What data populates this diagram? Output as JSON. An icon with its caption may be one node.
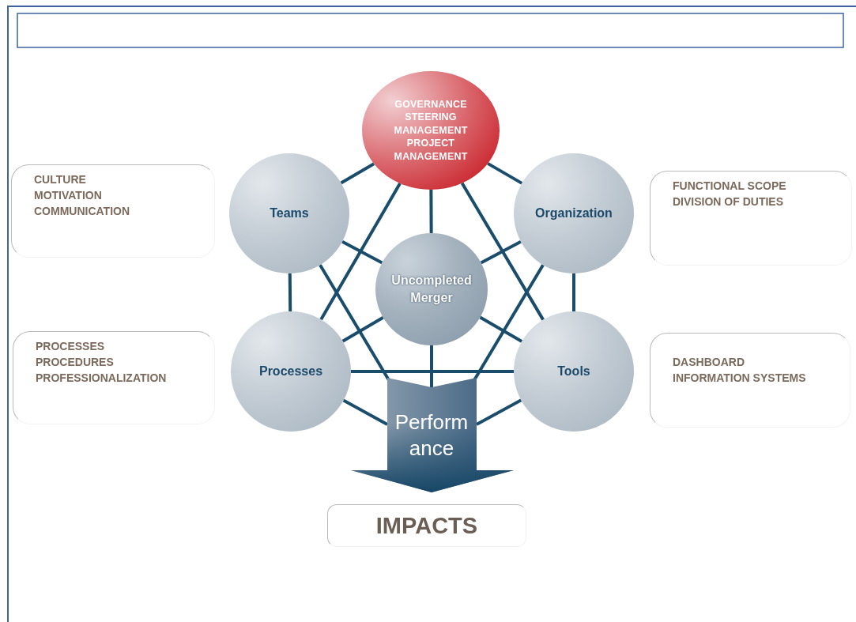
{
  "diagram": {
    "nodes": [
      {
        "text": [
          "GOVERNANCE",
          "STEERING MANAGEMENT",
          "PROJECT MANAGEMENT"
        ]
      },
      {
        "text": [
          "CULTURE",
          "MOTIVATION",
          "COMMUNICATION"
        ]
      },
      {
        "text": [
          "Teams"
        ]
      },
      {
        "text": [
          "Organization"
        ]
      },
      {
        "text": [
          "FUNCTIONAL SCOPE",
          "DIVISION OF DUTIES"
        ]
      },
      {
        "text": [
          "Uncompleted Merger"
        ]
      },
      {
        "text": [
          "PROCESSES",
          "PROCEDURES",
          "PROFESSIONALIZATION"
        ]
      },
      {
        "text": [
          "Processes"
        ]
      },
      {
        "text": [
          "Tools"
        ]
      },
      {
        "text": [
          "DASHBOARD",
          "INFORMATION SYSTEMS"
        ]
      },
      {
        "text": [
          "Perform ance"
        ]
      },
      {
        "text": [
          "IMPACTS"
        ]
      }
    ],
    "edges": [
      {
        "from": 0,
        "to": 2,
        "arrow": "none"
      },
      {
        "from": 0,
        "to": 3,
        "arrow": "none"
      },
      {
        "from": 0,
        "to": 5,
        "arrow": "none"
      },
      {
        "from": 0,
        "to": 7,
        "arrow": "none"
      },
      {
        "from": 0,
        "to": 8,
        "arrow": "none"
      },
      {
        "from": 2,
        "to": 5,
        "arrow": "none"
      },
      {
        "from": 2,
        "to": 7,
        "arrow": "none"
      },
      {
        "from": 2,
        "to": 10,
        "arrow": "none"
      },
      {
        "from": 3,
        "to": 5,
        "arrow": "none"
      },
      {
        "from": 3,
        "to": 8,
        "arrow": "none"
      },
      {
        "from": 3,
        "to": 10,
        "arrow": "none"
      },
      {
        "from": 7,
        "to": 5,
        "arrow": "none"
      },
      {
        "from": 7,
        "to": 8,
        "arrow": "none"
      },
      {
        "from": 7,
        "to": 10,
        "arrow": "none"
      },
      {
        "from": 8,
        "to": 5,
        "arrow": "none"
      },
      {
        "from": 8,
        "to": 10,
        "arrow": "none"
      },
      {
        "from": 5,
        "to": 10,
        "arrow": "none"
      }
    ]
  }
}
